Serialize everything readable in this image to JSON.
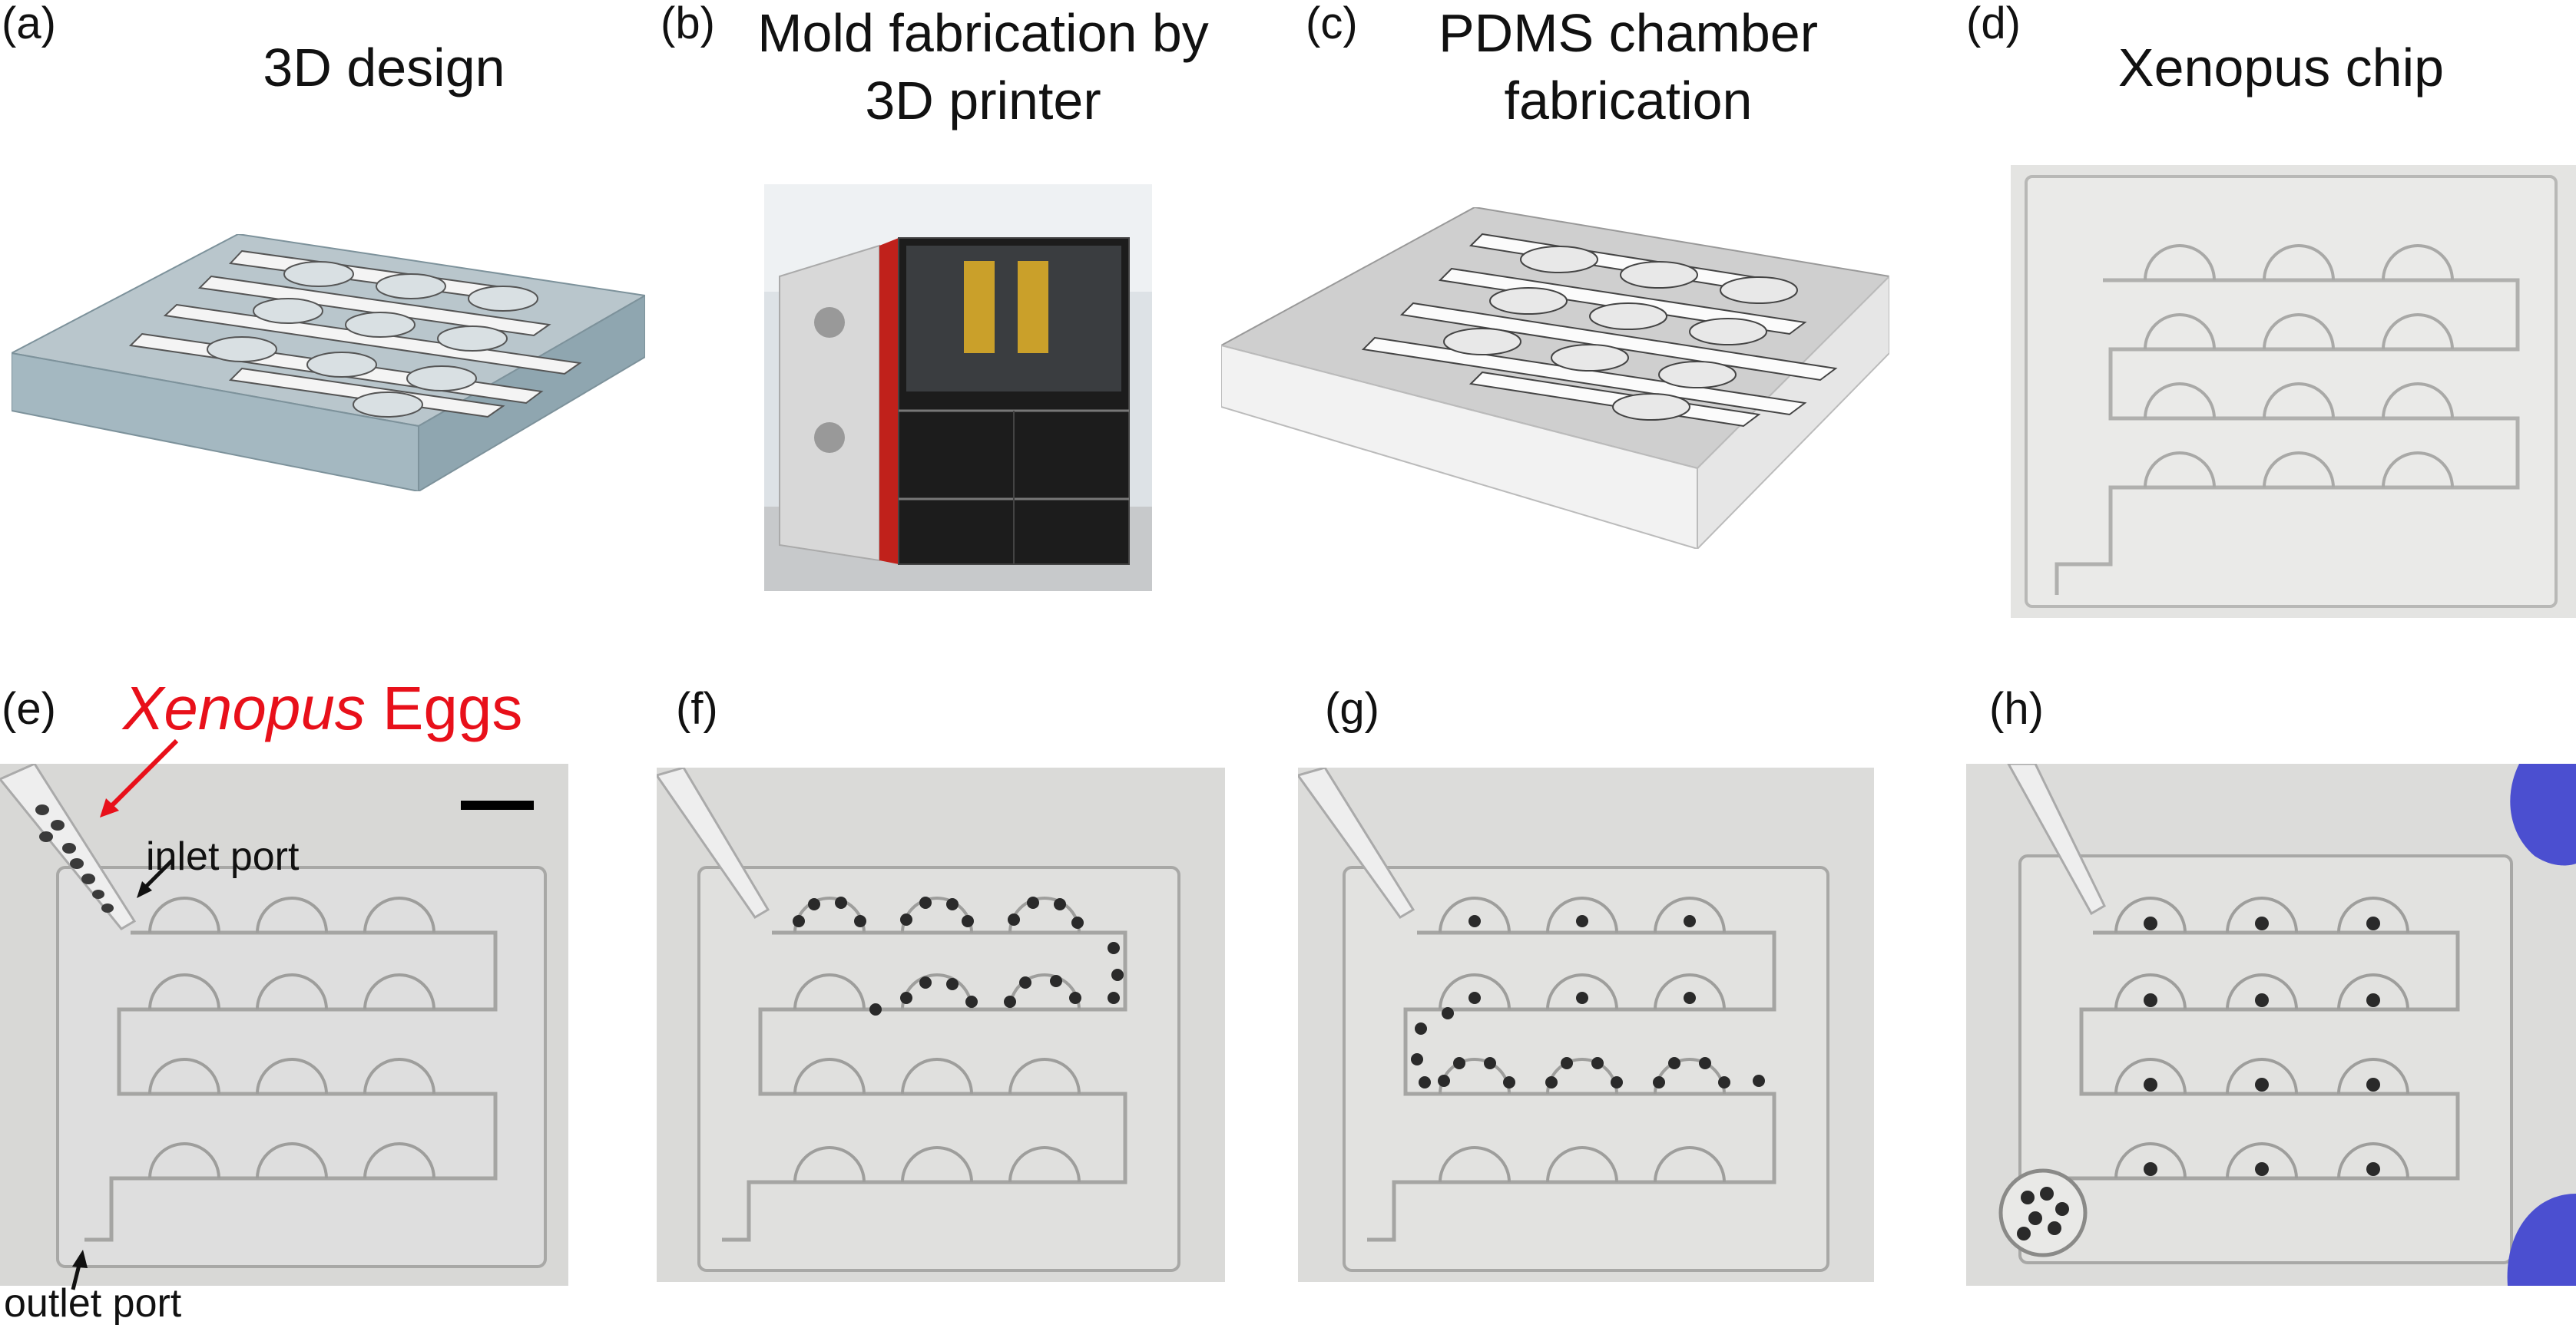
{
  "panels": {
    "a": {
      "label": "(a)",
      "title": "3D design"
    },
    "b": {
      "label": "(b)",
      "title_line1": "Mold fabrication by",
      "title_line2": "3D printer"
    },
    "c": {
      "label": "(c)",
      "title_line1": "PDMS chamber",
      "title_line2": "fabrication"
    },
    "d": {
      "label": "(d)",
      "title": "Xenopus chip"
    },
    "e": {
      "label": "(e)"
    },
    "f": {
      "label": "(f)"
    },
    "g": {
      "label": "(g)"
    },
    "h": {
      "label": "(h)"
    }
  },
  "annotations": {
    "eggs_italic": "Xenopus",
    "eggs_rest": " Eggs",
    "inlet": "inlet port",
    "outlet": "outlet port"
  },
  "colors": {
    "annotation_red": "#e8101a",
    "mold_top": "#b9c6cc",
    "mold_side": "#8fa6b0",
    "pdms_top": "#cfcfcf",
    "printer_red": "#c0211b",
    "glove_blue": "#4b4fd0",
    "egg_dark": "#2a2a2a"
  }
}
